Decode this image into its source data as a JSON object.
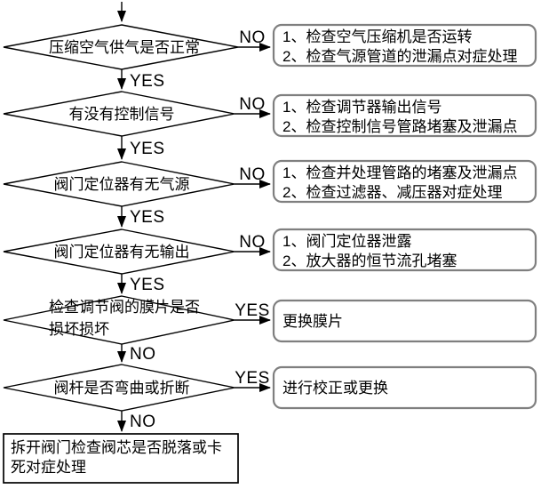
{
  "diagram": {
    "type": "troubleshooting-flowchart",
    "language": "zh-CN",
    "colors": {
      "background": "#ffffff",
      "line": "#000000",
      "action_box_border": "#7f7f7f",
      "text": "#000000"
    },
    "decisions": [
      {
        "lines": [
          "压缩空气供气是否正常"
        ],
        "right_label": "NO",
        "down_label": "YES"
      },
      {
        "lines": [
          "有没有控制信号"
        ],
        "right_label": "NO",
        "down_label": "YES"
      },
      {
        "lines": [
          "阀门定位器有无气源"
        ],
        "right_label": "NO",
        "down_label": "YES"
      },
      {
        "lines": [
          "阀门定位器有无输出"
        ],
        "right_label": "NO",
        "down_label": "YES"
      },
      {
        "lines": [
          "检查调节阀的膜片是否",
          "损坏损坏"
        ],
        "right_label": "YES",
        "down_label": "NO"
      },
      {
        "lines": [
          "阀杆是否弯曲或折断"
        ],
        "right_label": "YES",
        "down_label": "NO"
      }
    ],
    "actions": [
      {
        "lines": [
          "1、检查空气压缩机是否运转",
          "2、检查气源管道的泄漏点对症处理"
        ]
      },
      {
        "lines": [
          "1、检查调节器输出信号",
          "2、检查控制信号管路堵塞及泄漏点"
        ]
      },
      {
        "lines": [
          "1、检查并处理管路的堵塞及泄漏点",
          "2、检查过滤器、减压器对症处理"
        ]
      },
      {
        "lines": [
          "1、阀门定位器泄露",
          "2、放大器的恒节流孔堵塞"
        ]
      },
      {
        "lines": [
          "更换膜片"
        ]
      },
      {
        "lines": [
          "进行校正或更换"
        ]
      }
    ],
    "terminal": {
      "lines": [
        "拆开阀门检查阀芯是否脱落或卡",
        "死对症处理"
      ]
    }
  }
}
